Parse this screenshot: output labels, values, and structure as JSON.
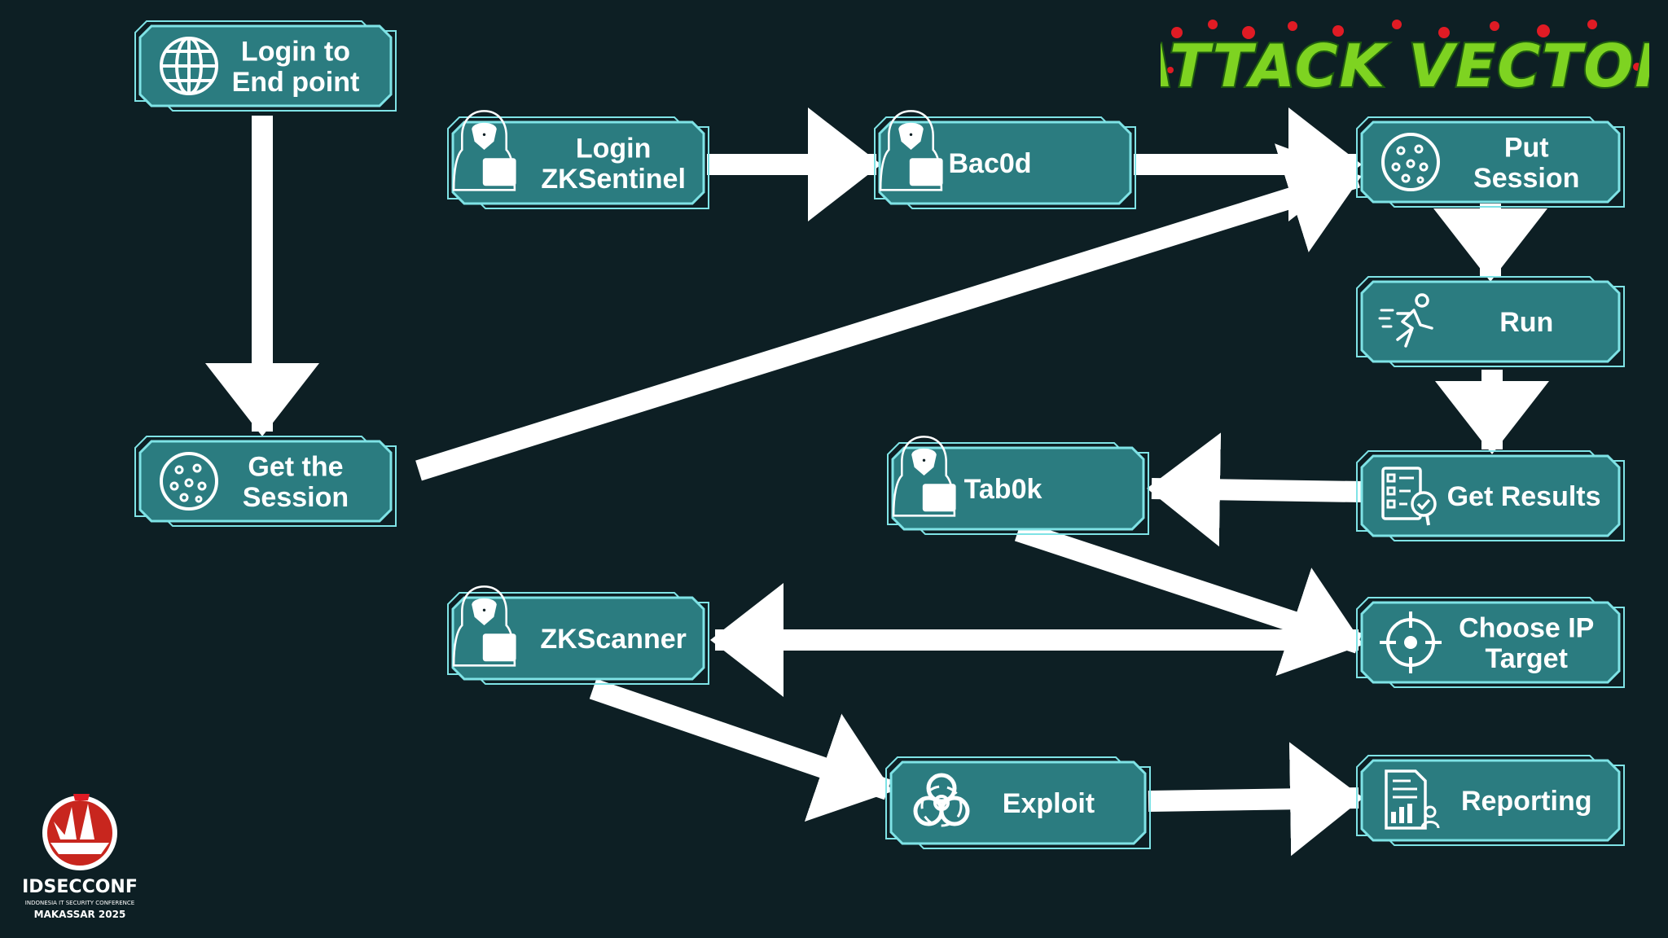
{
  "title": "ATTACK VECTOR",
  "nodes": [
    {
      "id": "login-endpoint",
      "icon": "globe-icon",
      "lines": [
        "Login to",
        "End point"
      ]
    },
    {
      "id": "get-session",
      "icon": "cookie-icon",
      "lines": [
        "Get the",
        "Session"
      ]
    },
    {
      "id": "login-zksentinel",
      "icon": "hacker-icon",
      "lines": [
        "Login",
        "ZKSentinel"
      ]
    },
    {
      "id": "bac0d",
      "icon": "hacker-icon",
      "lines": [
        "Bac0d"
      ]
    },
    {
      "id": "put-session",
      "icon": "cookie-icon",
      "lines": [
        "Put",
        "Session"
      ]
    },
    {
      "id": "run",
      "icon": "running-person-icon",
      "lines": [
        "Run"
      ]
    },
    {
      "id": "tab0k",
      "icon": "hacker-icon",
      "lines": [
        "Tab0k"
      ]
    },
    {
      "id": "get-results",
      "icon": "checklist-icon",
      "lines": [
        "Get Results"
      ]
    },
    {
      "id": "zkscanner",
      "icon": "hacker-icon",
      "lines": [
        "ZKScanner"
      ]
    },
    {
      "id": "choose-ip-target",
      "icon": "target-icon",
      "lines": [
        "Choose IP",
        "Target"
      ]
    },
    {
      "id": "exploit",
      "icon": "biohazard-icon",
      "lines": [
        "Exploit"
      ]
    },
    {
      "id": "reporting",
      "icon": "report-icon",
      "lines": [
        "Reporting"
      ]
    }
  ],
  "edges": [
    [
      "login-endpoint",
      "get-session"
    ],
    [
      "login-zksentinel",
      "bac0d"
    ],
    [
      "bac0d",
      "put-session"
    ],
    [
      "get-session",
      "put-session"
    ],
    [
      "put-session",
      "run"
    ],
    [
      "run",
      "get-results"
    ],
    [
      "get-results",
      "tab0k"
    ],
    [
      "tab0k",
      "choose-ip-target"
    ],
    [
      "choose-ip-target",
      "zkscanner"
    ],
    [
      "zkscanner",
      "exploit"
    ],
    [
      "exploit",
      "reporting"
    ]
  ],
  "logo": {
    "name": "IDSECCONF",
    "subtitle": "INDONESIA IT SECURITY CONFERENCE",
    "location": "MAKASSAR 2025"
  },
  "colors": {
    "background": "#0d1f24",
    "box_fill": "#2b7c80",
    "box_border": "#7fe3e6",
    "arrow": "#ffffff",
    "title_green": "#7ed321",
    "title_red": "#e01b24"
  }
}
